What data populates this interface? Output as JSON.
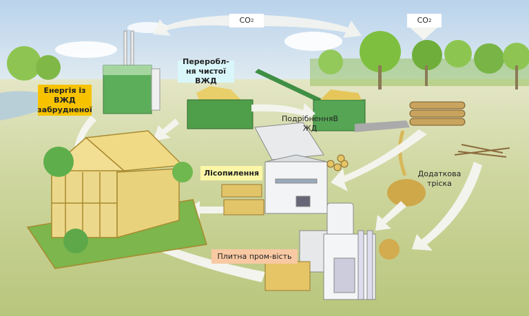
{
  "labels": {
    "co2_left": "CO",
    "co2_left_sub": "2",
    "co2_right": "CO",
    "co2_right_sub": "2",
    "energy": "Енергія із ВЖД забрудненої",
    "recycling": "Переробл-ня чистої ВЖД",
    "shredding": "ПодрібненняВ ЖД",
    "sawmill": "Лісопилення",
    "extra_chips": "Додаткова тріска",
    "panel_industry": "Плитна пром-вість"
  },
  "colors": {
    "energy_bg": "#f7c300",
    "recycling_bg": "#d9f7fb",
    "sawmill_bg": "#fbf7a6",
    "panel_bg": "#f8c9a3",
    "ground": "#cdd59e",
    "sky": "#c7dcef"
  }
}
